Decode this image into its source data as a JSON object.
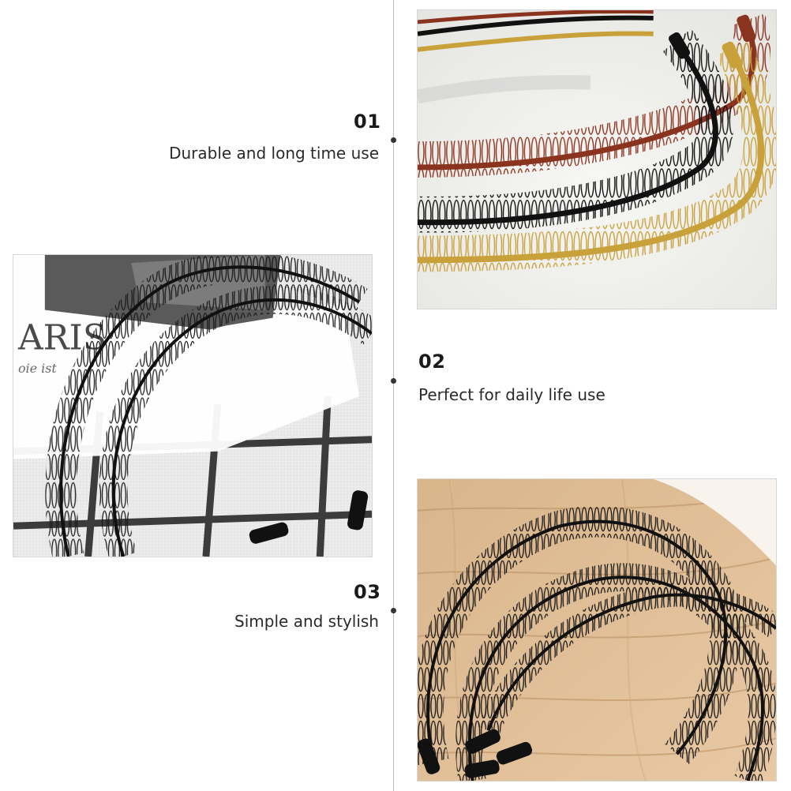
{
  "features": [
    {
      "number": "01",
      "text": "Durable and long time use"
    },
    {
      "number": "02",
      "text": "Perfect for daily life use"
    },
    {
      "number": "03",
      "text": "Simple and stylish"
    }
  ],
  "colors": {
    "timeline": "#bdbdbd",
    "dot": "#333333",
    "band_red": "#8a3420",
    "band_black": "#111111",
    "band_gold": "#c9a13a",
    "wood": "#d8b48a",
    "fabric": "#e9e9e9"
  },
  "icons": [
    "timeline-dot-icon"
  ]
}
